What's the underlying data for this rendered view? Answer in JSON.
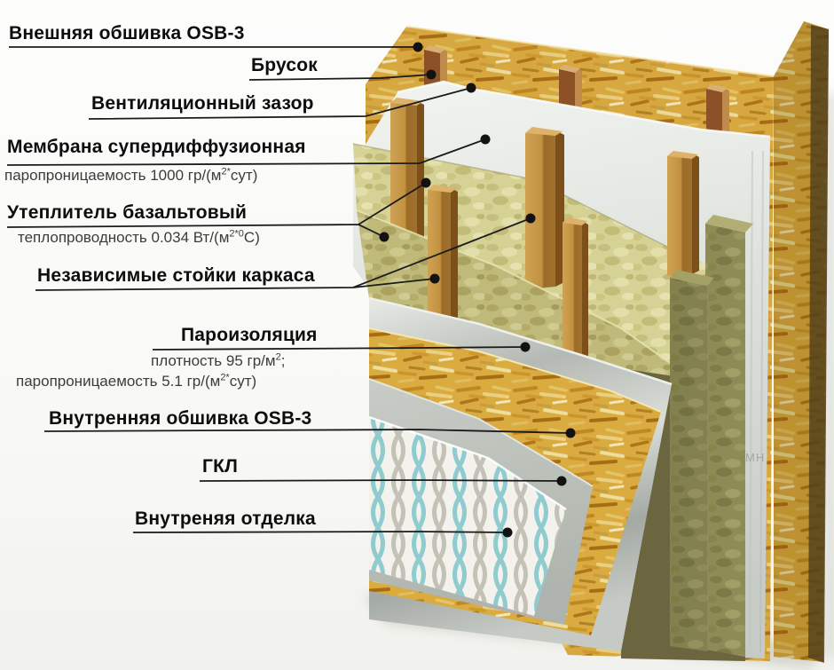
{
  "diagram": {
    "type": "wall-insulation-layer-diagram",
    "labels": [
      {
        "id": "osb-outer",
        "title": "Внешняя обшивка OSB-3"
      },
      {
        "id": "batten",
        "title": "Брусок"
      },
      {
        "id": "vent-gap",
        "title": "Вентиляционный зазор"
      },
      {
        "id": "membrane",
        "title": "Мембрана супердиффузионная",
        "sub": [
          {
            "t": "паропроницаемость 1000 гр/(м"
          },
          {
            "sup": "2*"
          },
          {
            "t": "сут)"
          }
        ]
      },
      {
        "id": "insulation",
        "title": "Утеплитель базальтовый",
        "sub": [
          {
            "t": "теплопроводность 0.034 Вт/(м"
          },
          {
            "sup": "2*0"
          },
          {
            "t": "С)"
          }
        ]
      },
      {
        "id": "studs",
        "title": "Независимые стойки каркаса"
      },
      {
        "id": "vapor",
        "title": "Пароизоляция",
        "sub": [
          {
            "t": "плотность 95 гр/м"
          },
          {
            "sup": "2"
          },
          {
            "t": ";"
          }
        ],
        "sub2": [
          {
            "t": "паропроницаемость 5.1 гр/(м"
          },
          {
            "sup": "2*"
          },
          {
            "t": "сут)"
          }
        ]
      },
      {
        "id": "osb-inner",
        "title": "Внутренняя обшивка OSB-3"
      },
      {
        "id": "gkl",
        "title": "ГКЛ"
      },
      {
        "id": "finish",
        "title": "Внутреняя отделка"
      }
    ],
    "membrane_print": "МН",
    "colors": {
      "osb": "#deae43",
      "osb_dark_strand": "#a96e15",
      "wood_stud_light": "#cfa254",
      "wood_stud_dark": "#9a6c28",
      "insulation_face": "#c6c07e",
      "insulation_top": "#d6d195",
      "insulation_section": "#8e8b57",
      "membrane": "#dde1dc",
      "vapor_foil": "#b4b9b3",
      "gypsum": "#bcc0ba",
      "wallpaper_bg": "#f3f2ec",
      "wallpaper_teal": "#85c8cc",
      "wallpaper_grey": "#bfbcb2",
      "leader_line": "#1b1b1b"
    }
  }
}
